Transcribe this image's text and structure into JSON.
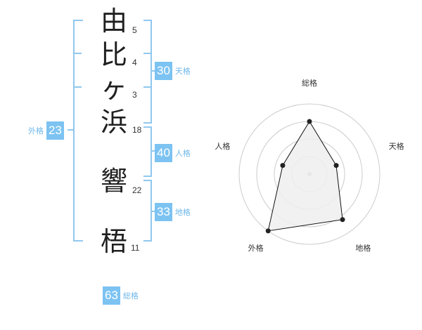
{
  "name": {
    "characters": [
      {
        "char": "由",
        "strokes": "5"
      },
      {
        "char": "比",
        "strokes": "4"
      },
      {
        "char": "ヶ",
        "strokes": "3"
      },
      {
        "char": "浜",
        "strokes": "18"
      },
      {
        "char": "響",
        "strokes": "22"
      },
      {
        "char": "梧",
        "strokes": "11"
      }
    ]
  },
  "scores": {
    "tenkaku": {
      "value": "30",
      "label": "天格"
    },
    "jinkaku": {
      "value": "40",
      "label": "人格"
    },
    "chikaku": {
      "value": "33",
      "label": "地格"
    },
    "gaikaku": {
      "value": "23",
      "label": "外格"
    },
    "soukaku": {
      "value": "63",
      "label": "総格"
    }
  },
  "chart_data": {
    "type": "radar",
    "axes": [
      "総格",
      "天格",
      "地格",
      "外格",
      "人格"
    ],
    "values": [
      0.75,
      0.4,
      0.8,
      1.0,
      0.4
    ],
    "rings": 4,
    "colors": {
      "fill": "#efefef",
      "line": "#111111",
      "grid": "#cccccc"
    }
  }
}
